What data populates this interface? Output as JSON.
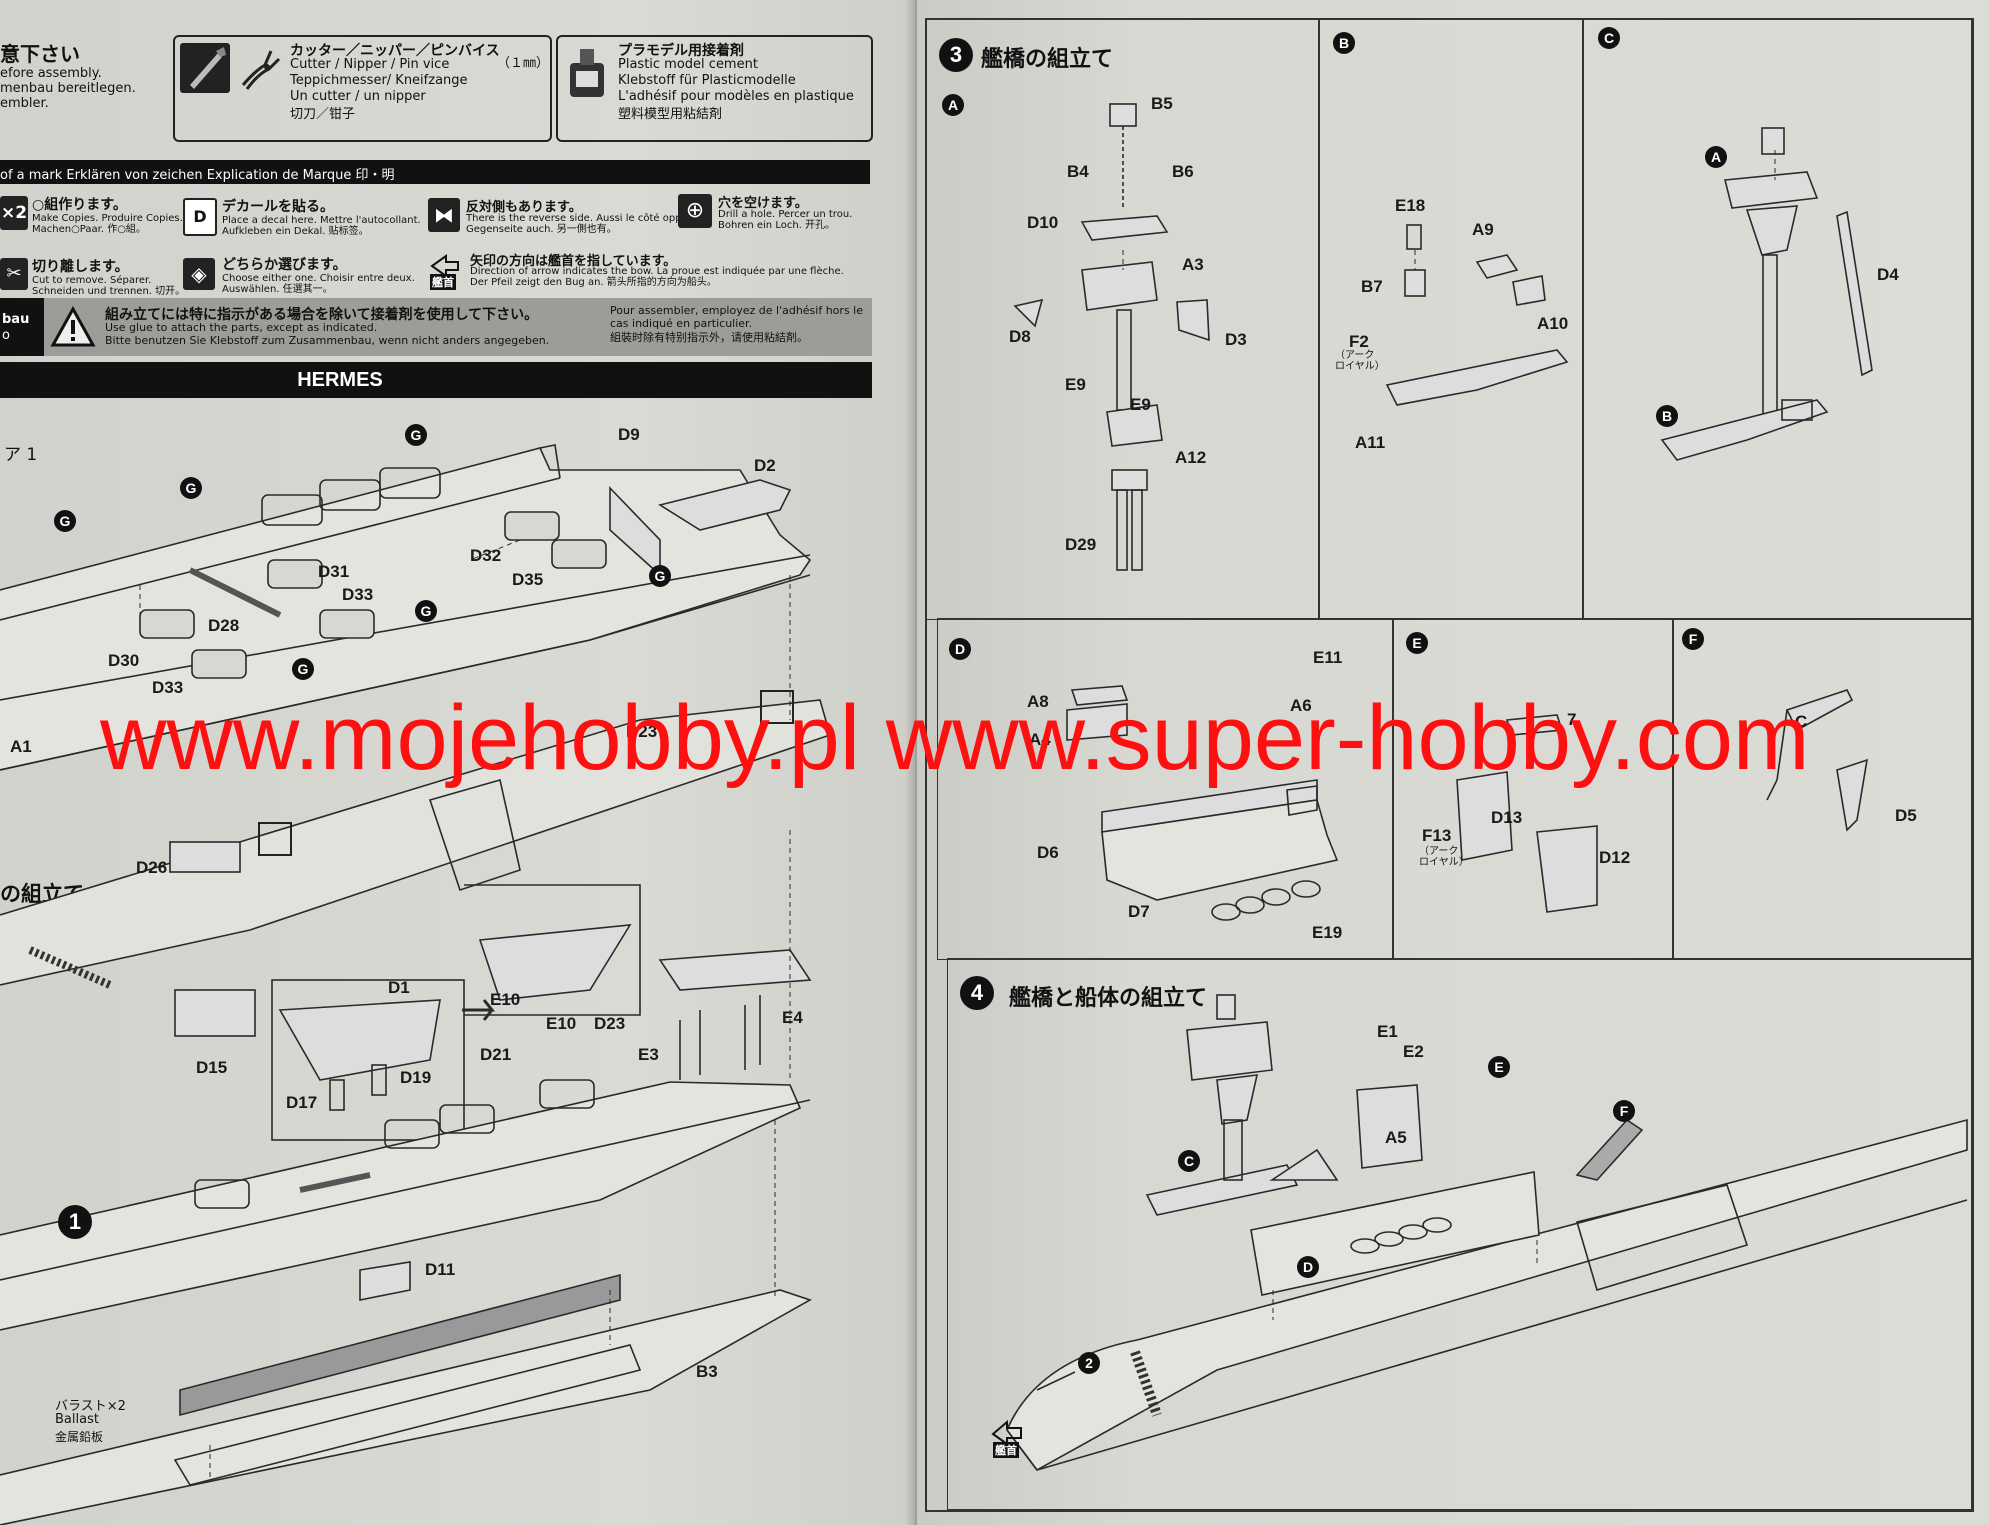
{
  "left_page": {
    "header_partial": [
      "意下さい",
      "efore assembly.",
      "menbau bereitlegen.",
      "embler."
    ],
    "tools": {
      "jp": "カッター／ニッパー／ピンバイス",
      "pinvice_size": "（１㎜）",
      "en": "Cutter / Nipper / Pin vice",
      "de": "Teppichmesser/ Kneifzange",
      "fr": "Un cutter / un nipper",
      "cn": "切刀／钳子"
    },
    "cement": {
      "jp": "プラモデル用接着剤",
      "en": "Plastic model cement",
      "de": "Klebstoff für Plasticmodelle",
      "fr": "L'adhésif pour modèles en plastique",
      "cn": "塑料模型用粘結剤"
    },
    "marks_bar": "of a mark  Erklären von zeichen   Explication  de Marque   印・明",
    "marks": [
      {
        "icon": "×2",
        "jp": "○組作ります。",
        "sub1": "Make Copies.    Produire Copies.",
        "sub2": "Machen○Paar. 作○組。"
      },
      {
        "icon": "D",
        "jp": "デカールを貼る。",
        "sub1": "Place a decal here.  Mettre l'autocollant.",
        "sub2": "Aufkleben ein Dekal. 贴标签。"
      },
      {
        "icon": "⧓",
        "jp": "反対側もあります。",
        "sub1": "There is the reverse side. Aussi le côté opposé.",
        "sub2": "Gegenseite auch.            另一側也有。"
      },
      {
        "icon": "⊕",
        "jp": "穴を空けます。",
        "sub1": "Drill a hole.          Percer un trou.",
        "sub2": "Bohren ein Loch.    开孔。"
      },
      {
        "icon": "✂",
        "jp": "切り離します。",
        "sub1": "Cut to remove. Séparer.",
        "sub2": "Schneiden und trennen. 切开。"
      },
      {
        "icon": "◈",
        "jp": "どちらか選びます。",
        "sub1": "Choose either one. Choisir entre deux.",
        "sub2": "Auswählen.                任選其一。"
      },
      {
        "icon": "艦首",
        "jp": "矢印の方向は艦首を指しています。",
        "sub1": "Direction of arrow indicates the bow.  La proue est indiquée par une flèche.",
        "sub2": "Der Pfeil zeigt den Bug an.            箭头所指的方向为船头。"
      }
    ],
    "warning": {
      "left_partial": [
        "bau",
        "o"
      ],
      "jp": "組み立てには特に指示がある場合を除いて接着剤を使用して下さい。",
      "en": "Use glue to attach the parts, except as indicated.",
      "de": "Bitte benutzen Sie Klebstoff zum Zusammenbau, wenn nicht anders angegeben.",
      "fr": "Pour assembler, employez de l'adhésif hors le cas indiqué en particulier.",
      "cn": "組裝时除有特别指示外，请使用粘結剤。"
    },
    "ship_title": "HERMES",
    "step_partial": "ア 1",
    "step_partial2": "の組立て",
    "labels": [
      "D9",
      "D2",
      "D31",
      "D32",
      "D35",
      "D33",
      "D28",
      "D30",
      "D33",
      "A1",
      "D23",
      "D26",
      "D15",
      "D1",
      "E10",
      "E10",
      "D23",
      "D21",
      "D17",
      "D19",
      "E3",
      "E4",
      "D11",
      "B3"
    ],
    "g_markers": [
      "G",
      "G",
      "G",
      "G",
      "G",
      "G",
      "G"
    ],
    "step_num": "1",
    "ballast": {
      "jp": "バラスト×2",
      "en": "Ballast",
      "cn": "金属鉛板"
    }
  },
  "right_page": {
    "step3_title": "艦橋の組立て",
    "step3_num": "3",
    "step4_title": "艦橋と船体の組立て",
    "step4_num": "4",
    "panel_A": {
      "marker": "A",
      "labels": [
        "B5",
        "B4",
        "B6",
        "D10",
        "A3",
        "D8",
        "D3",
        "E9",
        "E9",
        "A12",
        "D29"
      ]
    },
    "panel_B": {
      "marker": "B",
      "labels": [
        "E18",
        "A9",
        "B7",
        "A10",
        "F2",
        "A11"
      ],
      "arch": "（アーク\nロイヤル）"
    },
    "panel_C": {
      "marker": "C",
      "labels": [
        "A",
        "D4",
        "B"
      ]
    },
    "panel_D": {
      "marker": "D",
      "labels": [
        "E11",
        "A8",
        "A6",
        "A4",
        "D6",
        "D7",
        "F13",
        "E19"
      ],
      "arch": "（アーク\nロイヤル）"
    },
    "panel_E": {
      "marker": "E",
      "labels": [
        "7",
        "D13",
        "D12"
      ]
    },
    "panel_F": {
      "marker": "F",
      "labels": [
        "C",
        "D5"
      ]
    },
    "step4_labels": [
      "E1",
      "E2",
      "A5",
      "E",
      "F",
      "C",
      "D",
      "2"
    ],
    "bow_mark": "艦首"
  },
  "watermark": {
    "text": "www.mojehobby.pl  www.super-hobby.com",
    "color": "#ff1010"
  }
}
